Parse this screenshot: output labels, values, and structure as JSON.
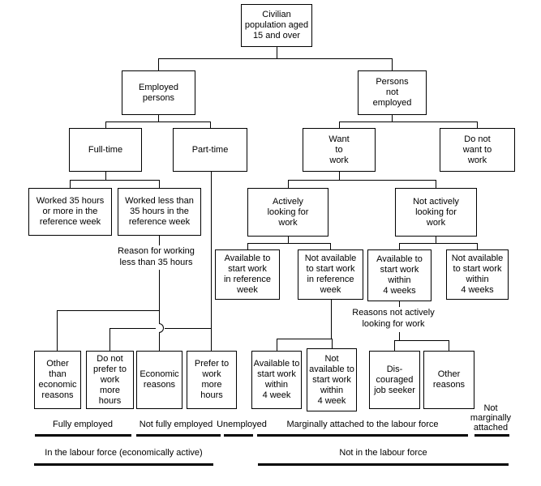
{
  "colors": {
    "line": "#000000",
    "text": "#000000",
    "background": "#ffffff"
  },
  "nodes": {
    "civilian": "Civilian\npopulation aged\n15 and over",
    "employed": "Employed\npersons",
    "persons_not_employed": "Persons\nnot\nemployed",
    "full_time": "Full-time",
    "part_time": "Part-time",
    "want_to_work": "Want\nto\nwork",
    "do_not_want_to_work": "Do not\nwant to\nwork",
    "worked_35_or_more": "Worked 35 hours\nor more in the\nreference week",
    "worked_less_35": "Worked less than\n35 hours in the\nreference week",
    "actively_looking": "Actively\nlooking for\nwork",
    "not_actively_looking": "Not actively\nlooking for\nwork",
    "available_ref_week": "Available to\nstart work\nin reference\nweek",
    "not_available_ref_week": "Not available\nto start work\nin reference\nweek",
    "available_4_weeks": "Available to\nstart work\nwithin\n4 weeks",
    "not_available_4_weeks": "Not available\nto start work\nwithin\n4 weeks",
    "other_than_economic": "Other\nthan\neconomic\nreasons",
    "do_not_prefer_more_hours": "Do not\nprefer to\nwork\nmore\nhours",
    "economic_reasons": "Economic\nreasons",
    "prefer_more_hours": "Prefer to\nwork\nmore\nhours",
    "available_4_week": "Available to\nstart work\nwithin\n4 week",
    "not_available_4_week": "Not\navailable to\nstart work\nwithin\n4 week",
    "discouraged_job_seeker": "Dis-\ncouraged\njob seeker",
    "other_reasons": "Other\nreasons"
  },
  "annotations": {
    "reason_working_less_35": "Reason for working\nless than 35 hours",
    "reasons_not_actively_looking": "Reasons not actively\nlooking for work"
  },
  "categories": {
    "fully_employed": "Fully employed",
    "not_fully_employed": "Not fully employed",
    "unemployed": "Unemployed",
    "marginally_attached": "Marginally attached to the labour force",
    "not_marginally_attached": "Not\nmarginally\nattached"
  },
  "summary": {
    "in_labour_force": "In the labour force (economically active)",
    "not_in_labour_force": "Not in the labour force"
  }
}
